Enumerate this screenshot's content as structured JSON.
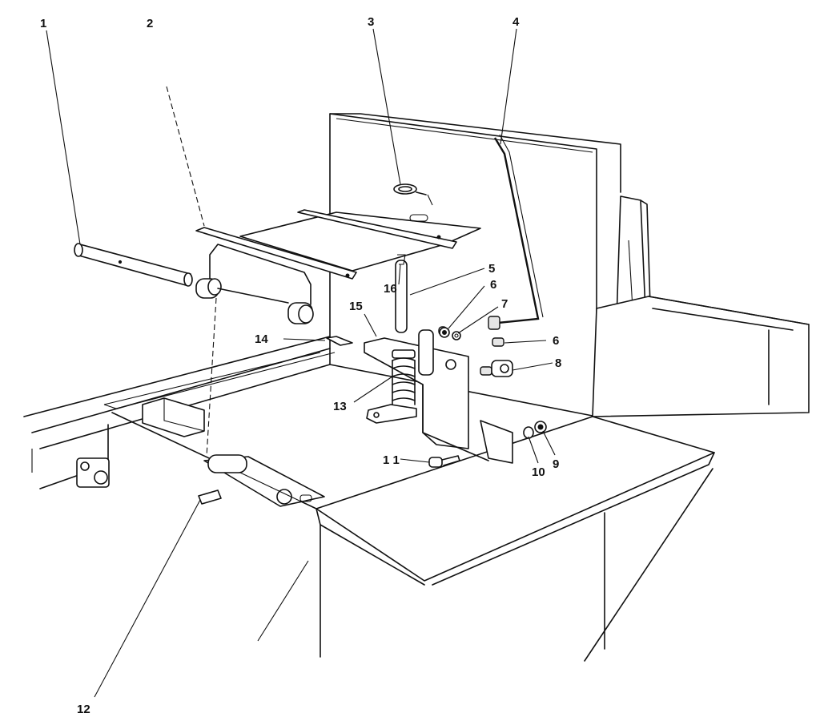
{
  "diagram": {
    "callouts": [
      {
        "id": "callout-1",
        "text": "1"
      },
      {
        "id": "callout-2",
        "text": "2"
      },
      {
        "id": "callout-3",
        "text": "3"
      },
      {
        "id": "callout-4",
        "text": "4"
      },
      {
        "id": "callout-5",
        "text": "5"
      },
      {
        "id": "callout-6a",
        "text": "6"
      },
      {
        "id": "callout-7",
        "text": "7"
      },
      {
        "id": "callout-6b",
        "text": "6"
      },
      {
        "id": "callout-8",
        "text": "8"
      },
      {
        "id": "callout-9",
        "text": "9"
      },
      {
        "id": "callout-10",
        "text": "10"
      },
      {
        "id": "callout-11",
        "text": "1 1"
      },
      {
        "id": "callout-12",
        "text": "12"
      },
      {
        "id": "callout-13",
        "text": "13"
      },
      {
        "id": "callout-14",
        "text": "14"
      },
      {
        "id": "callout-15",
        "text": "15"
      },
      {
        "id": "callout-16",
        "text": "16"
      }
    ]
  }
}
